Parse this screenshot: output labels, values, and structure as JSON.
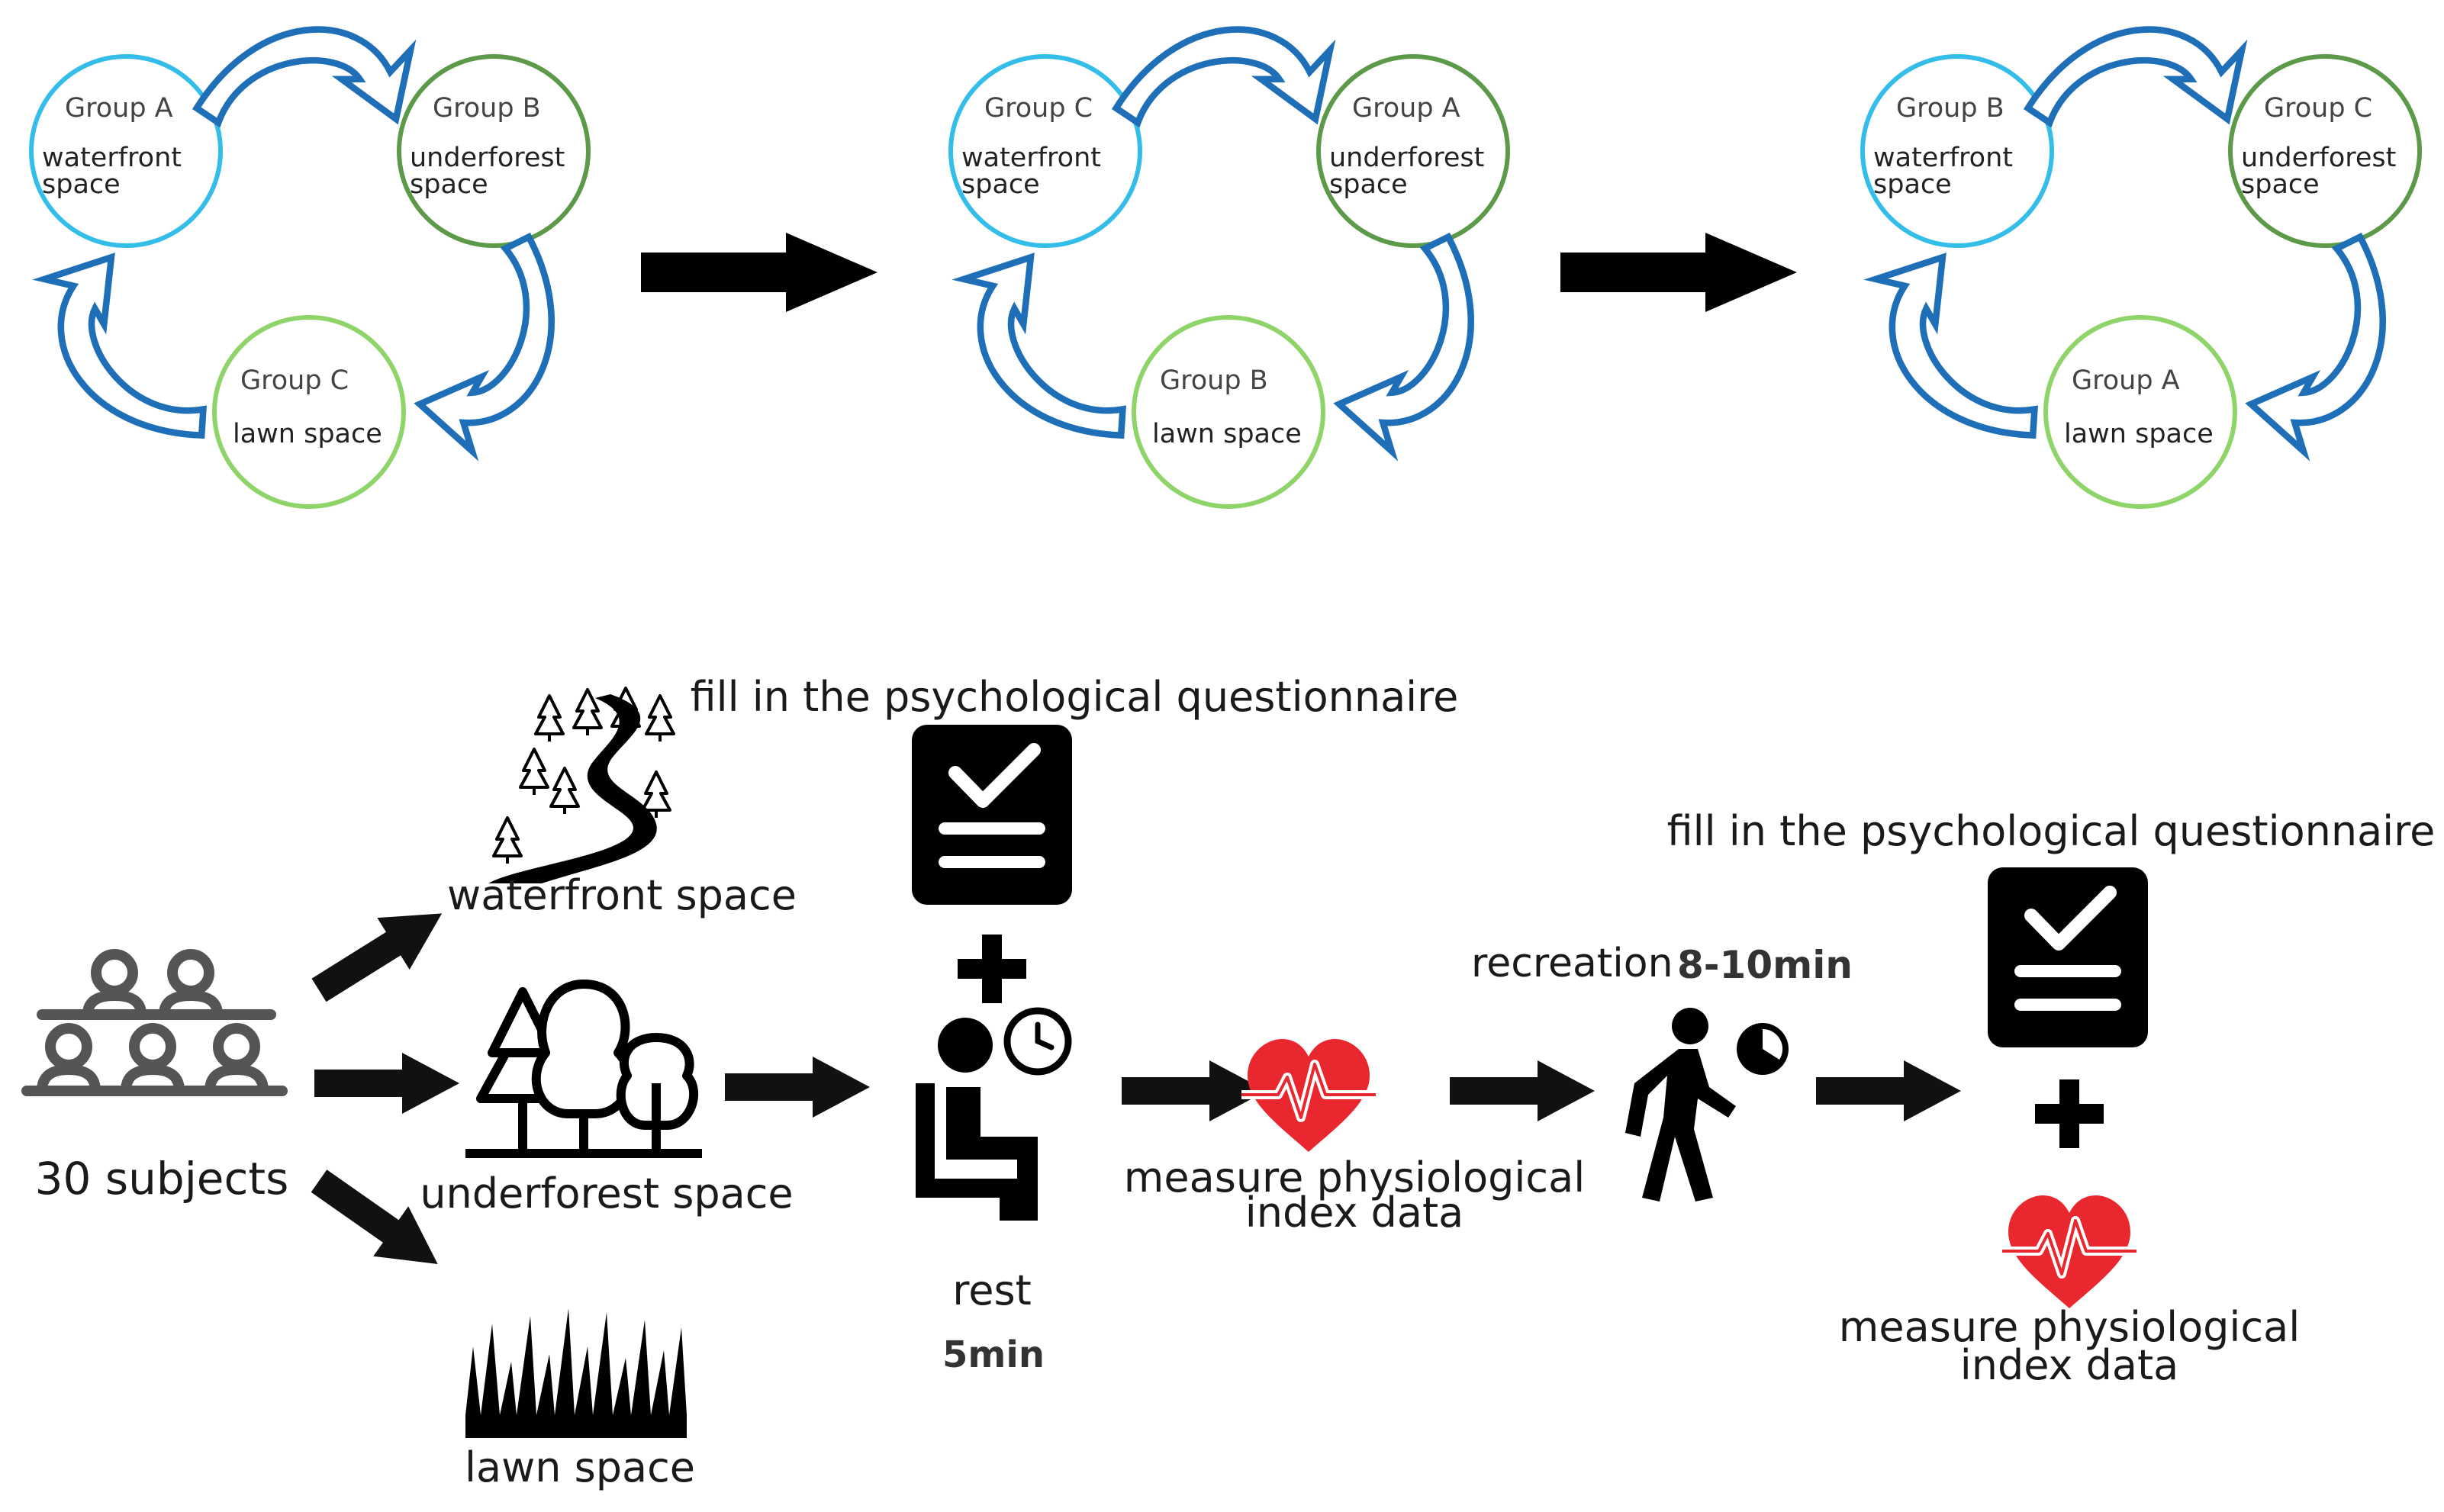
{
  "colors": {
    "waterfront": "#33bde8",
    "underforest": "#5c9a4a",
    "lawn": "#8fd468",
    "cycle_arrow": "#1f6fb8",
    "heart": "#e8282e",
    "ink": "#1a1a1a"
  },
  "rotations": [
    {
      "waterfront": {
        "group": "Group A",
        "l1": "waterfront",
        "l2": "space"
      },
      "underforest": {
        "group": "Group B",
        "l1": "underforest",
        "l2": "space"
      },
      "lawn": {
        "group": "Group C",
        "l1": "lawn space"
      }
    },
    {
      "waterfront": {
        "group": "Group C",
        "l1": "waterfront",
        "l2": "space"
      },
      "underforest": {
        "group": "Group A",
        "l1": "underforest",
        "l2": "space"
      },
      "lawn": {
        "group": "Group B",
        "l1": "lawn space"
      }
    },
    {
      "waterfront": {
        "group": "Group B",
        "l1": "waterfront",
        "l2": "space"
      },
      "underforest": {
        "group": "Group C",
        "l1": "underforest",
        "l2": "space"
      },
      "lawn": {
        "group": "Group A",
        "l1": "lawn space"
      }
    }
  ],
  "flow": {
    "subjects_label": "30 subjects",
    "waterfront_label": "waterfront space",
    "underforest_label": "underforest space",
    "lawn_label": "lawn space",
    "questionnaire_label_1": "fill in the psychological questionnaire",
    "rest_label": "rest",
    "rest_time": "5min",
    "measure_1_line1": "measure physiological",
    "measure_1_line2": "index data",
    "recreation_label": "recreation",
    "recreation_time": "8-10min",
    "questionnaire_label_2": "fill in the psychological questionnaire",
    "measure_2_line1": "measure physiological",
    "measure_2_line2": "index data"
  },
  "icons": {
    "people": "people-group-icon",
    "waterfront": "river-trees-icon",
    "forest": "forest-trees-icon",
    "lawn": "grass-icon",
    "questionnaire": "clipboard-check-icon",
    "plus": "plus-icon",
    "rest": "seated-person-icon",
    "clock": "clock-icon",
    "heart": "heartbeat-icon",
    "walker": "walking-person-icon",
    "timer": "timer-icon",
    "arrow": "right-arrow-icon",
    "cycle": "curved-arrow-icon"
  }
}
